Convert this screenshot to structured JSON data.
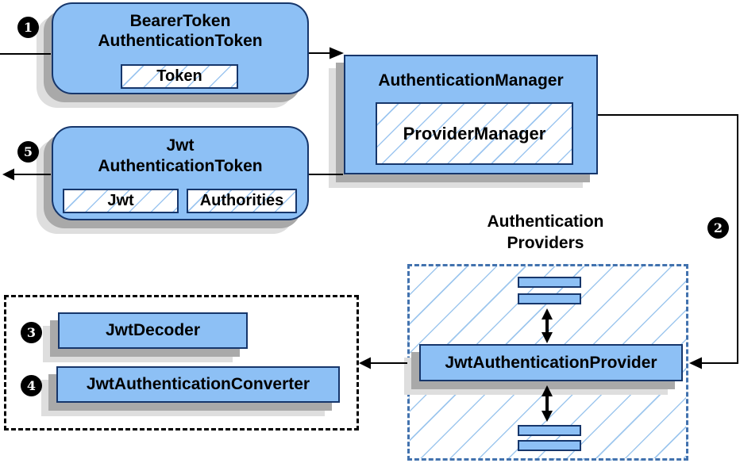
{
  "nodes": {
    "bearer_token": {
      "title_line1": "BearerToken",
      "title_line2": "AuthenticationToken",
      "chip": "Token"
    },
    "authentication_manager": {
      "title": "AuthenticationManager",
      "chip": "ProviderManager"
    },
    "jwt_authentication_token": {
      "title_line1": "Jwt",
      "title_line2": "AuthenticationToken",
      "chips": [
        "Jwt",
        "Authorities"
      ]
    },
    "providers_group": {
      "label_line1": "Authentication",
      "label_line2": "Providers"
    },
    "jwt_authentication_provider": {
      "title": "JwtAuthenticationProvider"
    },
    "jwt_decoder": {
      "title": "JwtDecoder"
    },
    "jwt_authentication_converter": {
      "title": "JwtAuthenticationConverter"
    }
  },
  "badges": {
    "step1": "1",
    "step2": "2",
    "step3": "3",
    "step4": "4",
    "step5": "5"
  },
  "colors": {
    "node_fill": "#8dc0f5",
    "node_border": "#16366b",
    "hatch_line": "#9ec7ee",
    "group_dash_border": "#4272ae",
    "black_dash_border": "#000000",
    "shadow_dark": "#a9a9a9",
    "shadow_light": "#dedede",
    "connector": "#000000",
    "badge_fill": "#000000",
    "badge_text": "#ffffff"
  }
}
